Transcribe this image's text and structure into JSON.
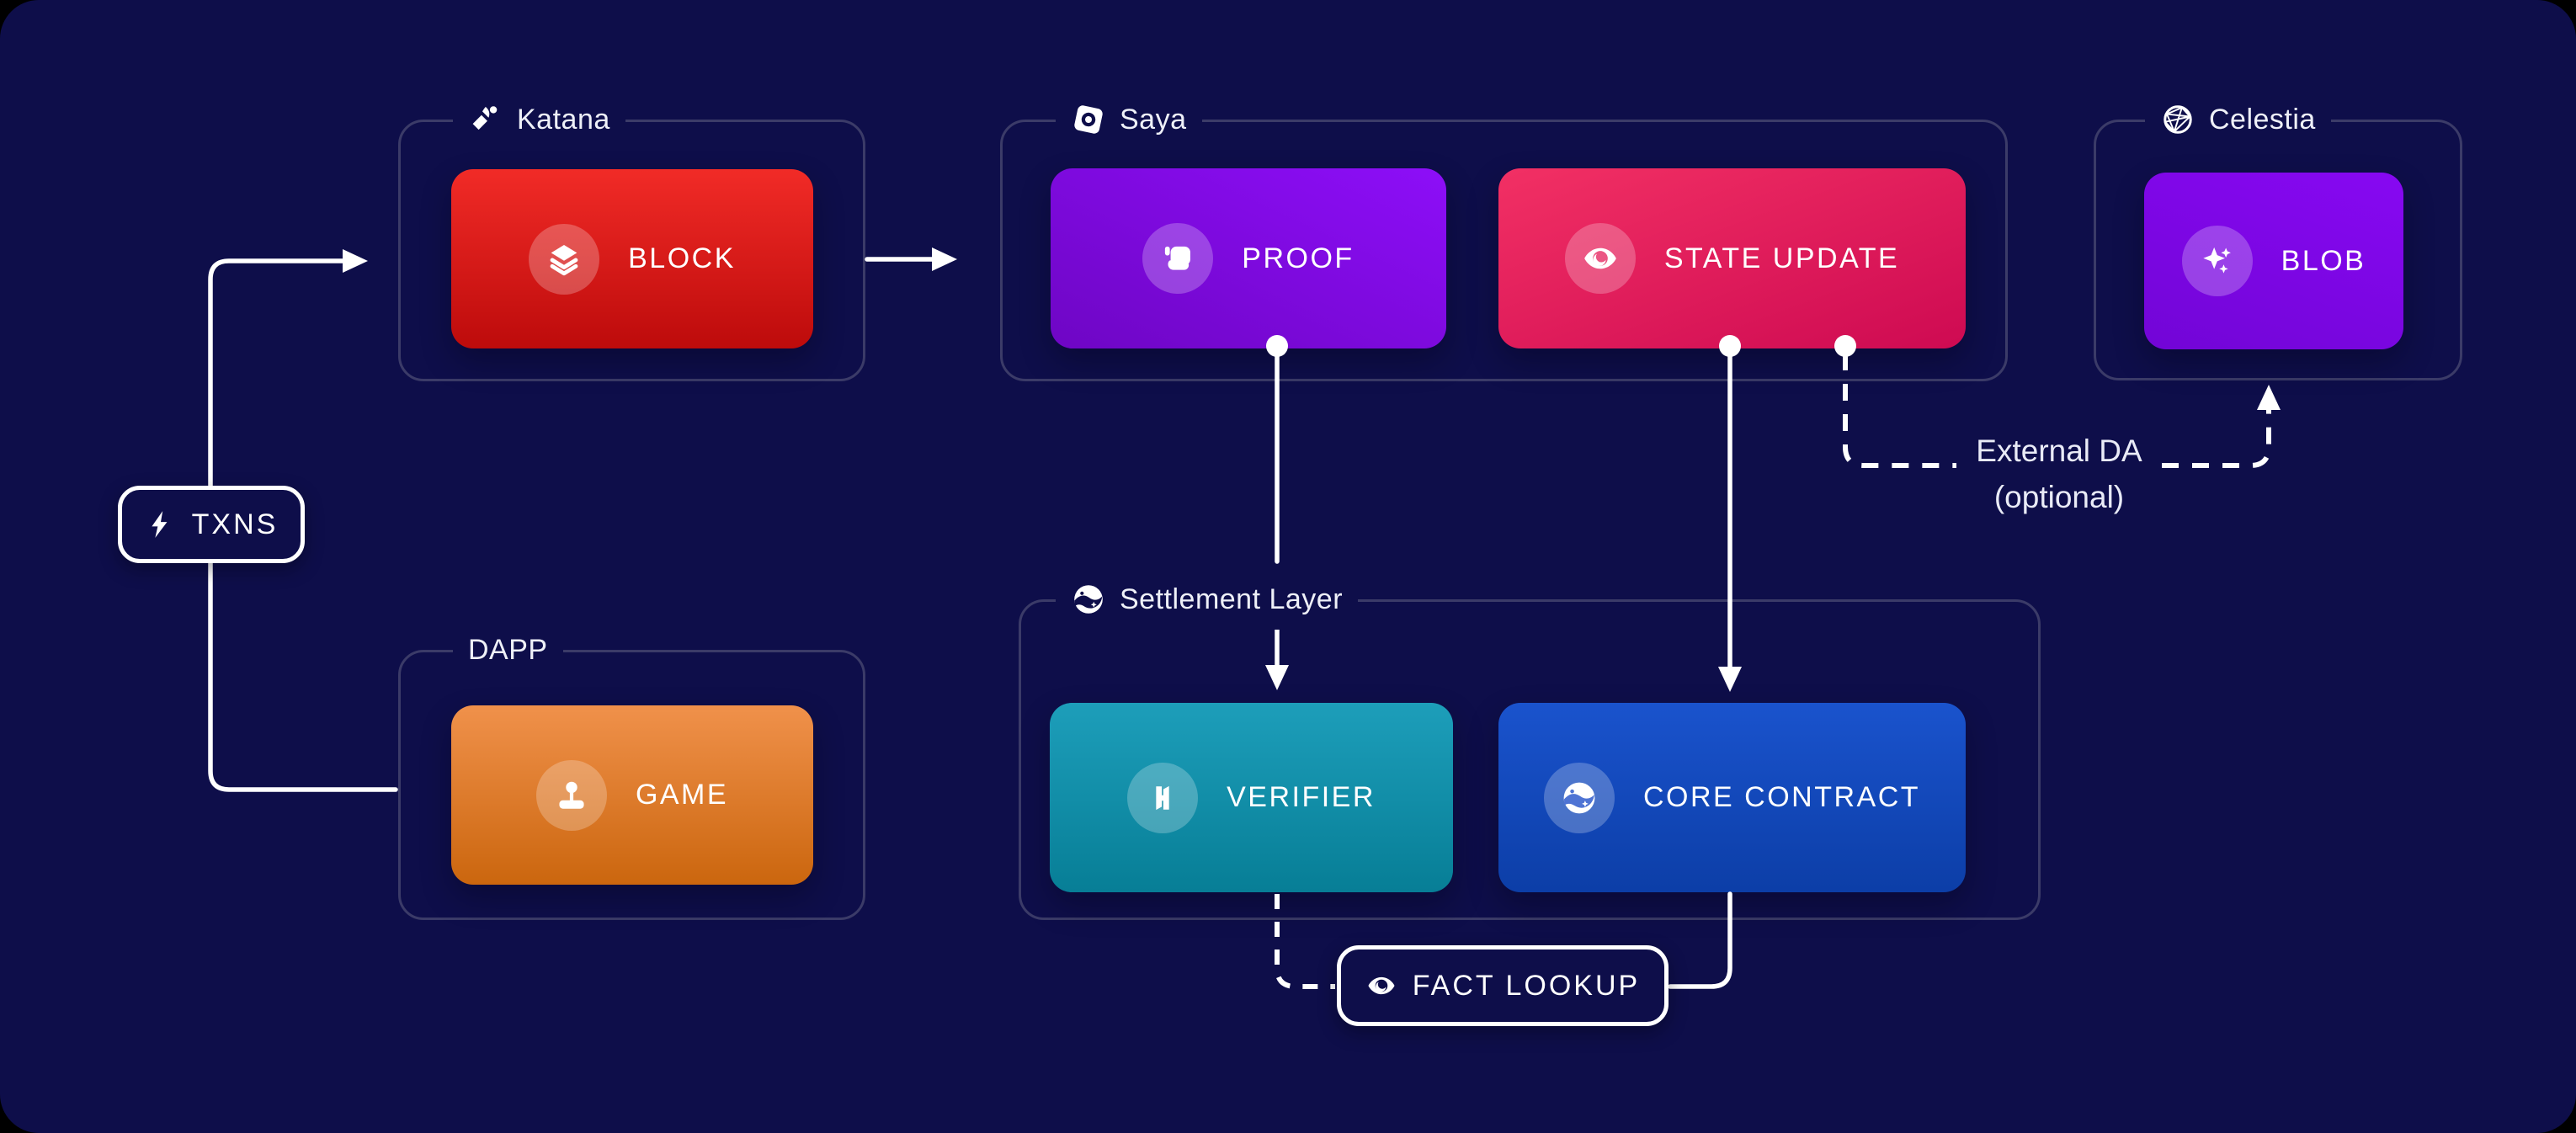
{
  "diagram": {
    "background_color": "#0e0e4a",
    "group_border_color": "#3b3b68",
    "connector_color": "#ffffff",
    "groups": [
      {
        "id": "katana",
        "label": "Katana",
        "icon": "katana-icon"
      },
      {
        "id": "saya",
        "label": "Saya",
        "icon": "saya-icon"
      },
      {
        "id": "celestia",
        "label": "Celestia",
        "icon": "globe-icon"
      },
      {
        "id": "dapp",
        "label": "DAPP",
        "icon": ""
      },
      {
        "id": "settlement",
        "label": "Settlement Layer",
        "icon": "starknet-icon"
      }
    ],
    "nodes": [
      {
        "id": "block",
        "label": "BLOCK",
        "icon": "layers-icon",
        "gradient": {
          "angle": "180deg",
          "from": "#f12b27",
          "to": "#bd0b0b"
        }
      },
      {
        "id": "proof",
        "label": "PROOF",
        "icon": "scroll-icon",
        "gradient": {
          "angle": "205deg",
          "from": "#8d0ef8",
          "to": "#6e06c4"
        }
      },
      {
        "id": "state-update",
        "label": "STATE UPDATE",
        "icon": "eye-icon",
        "gradient": {
          "angle": "160deg",
          "from": "#f23064",
          "to": "#ce0a52"
        }
      },
      {
        "id": "blob",
        "label": "BLOB",
        "icon": "sparkles-icon",
        "gradient": {
          "angle": "200deg",
          "from": "#8708f2",
          "to": "#7205d6"
        }
      },
      {
        "id": "game",
        "label": "GAME",
        "icon": "joystick-icon",
        "gradient": {
          "angle": "180deg",
          "from": "#f0914b",
          "to": "#cb660e"
        }
      },
      {
        "id": "verifier",
        "label": "VERIFIER",
        "icon": "herodotus-icon",
        "gradient": {
          "angle": "180deg",
          "from": "#1d9eba",
          "to": "#077e96"
        }
      },
      {
        "id": "core-contract",
        "label": "CORE CONTRACT",
        "icon": "starknet-icon",
        "gradient": {
          "angle": "180deg",
          "from": "#1a53cd",
          "to": "#0c3ea7"
        }
      }
    ],
    "pills": [
      {
        "id": "txns",
        "label": "TXNS",
        "icon": "bolt-icon"
      },
      {
        "id": "fact-lookup",
        "label": "FACT LOOKUP",
        "icon": "eye-icon"
      }
    ],
    "annotations": {
      "external_da_line1": "External DA",
      "external_da_line2": "(optional)"
    }
  }
}
